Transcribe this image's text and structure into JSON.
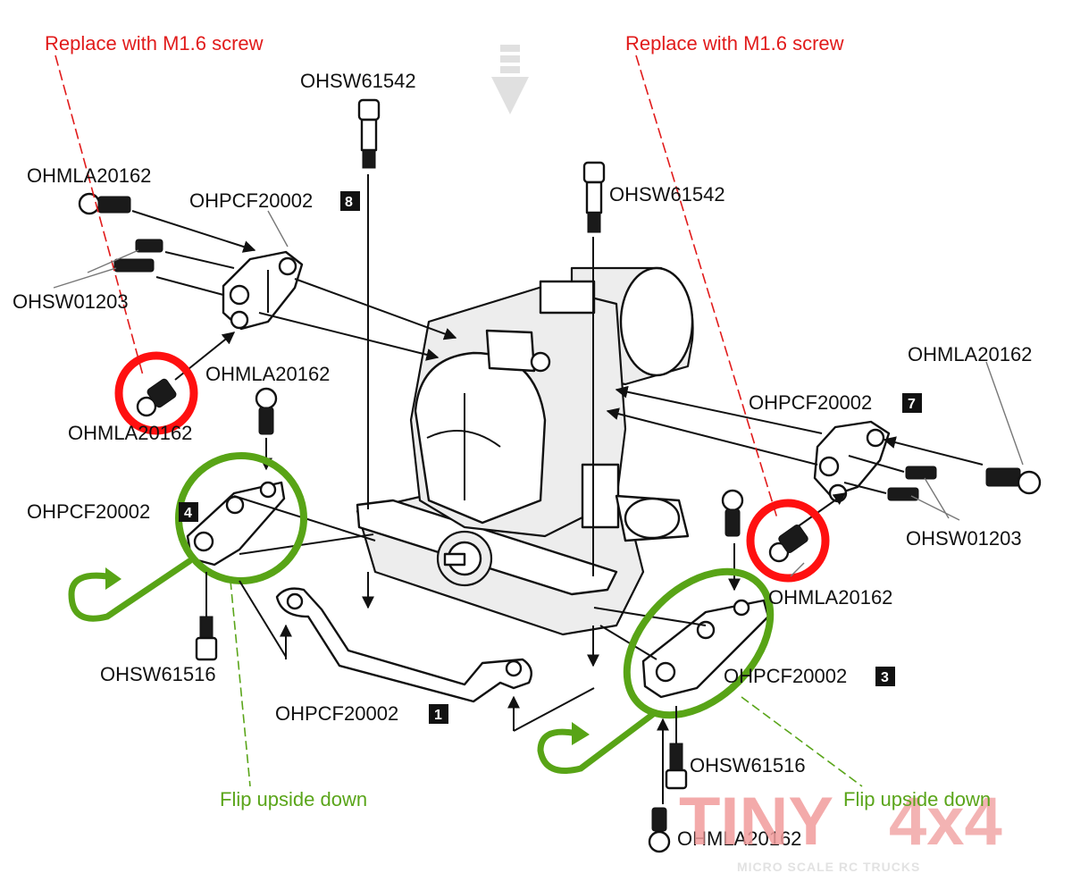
{
  "labels": {
    "replace_left": "Replace with M1.6 screw",
    "replace_right": "Replace with M1.6 screw",
    "ohsw61542_top": "OHSW61542",
    "ohsw61542_right": "OHSW61542",
    "ohmla20162_topleft": "OHMLA20162",
    "ohpcf20002_8": "OHPCF20002",
    "badge_8": "8",
    "ohsw01203_left": "OHSW01203",
    "ohmla20162_left_circle": "OHMLA20162",
    "ohmla20162_mid": "OHMLA20162",
    "ohpcf20002_4": "OHPCF20002",
    "badge_4": "4",
    "ohsw61516_left": "OHSW61516",
    "ohpcf20002_1": "OHPCF20002",
    "badge_1": "1",
    "ohmla20162_right": "OHMLA20162",
    "ohpcf20002_7": "OHPCF20002",
    "badge_7": "7",
    "ohsw01203_right": "OHSW01203",
    "ohmla20162_right_circle": "OHMLA20162",
    "ohpcf20002_3": "OHPCF20002",
    "badge_3": "3",
    "ohsw61516_right": "OHSW61516",
    "ohmla20162_bottom": "OHMLA20162",
    "flip_left": "Flip upside down",
    "flip_right": "Flip upside down"
  },
  "watermark": {
    "brand_a": "TINY",
    "brand_b": "4x4",
    "tagline": "MICRO SCALE RC TRUCKS"
  },
  "colors": {
    "highlight_red": "#e11b1b",
    "highlight_green": "#5aa51a",
    "ink": "#111111"
  }
}
